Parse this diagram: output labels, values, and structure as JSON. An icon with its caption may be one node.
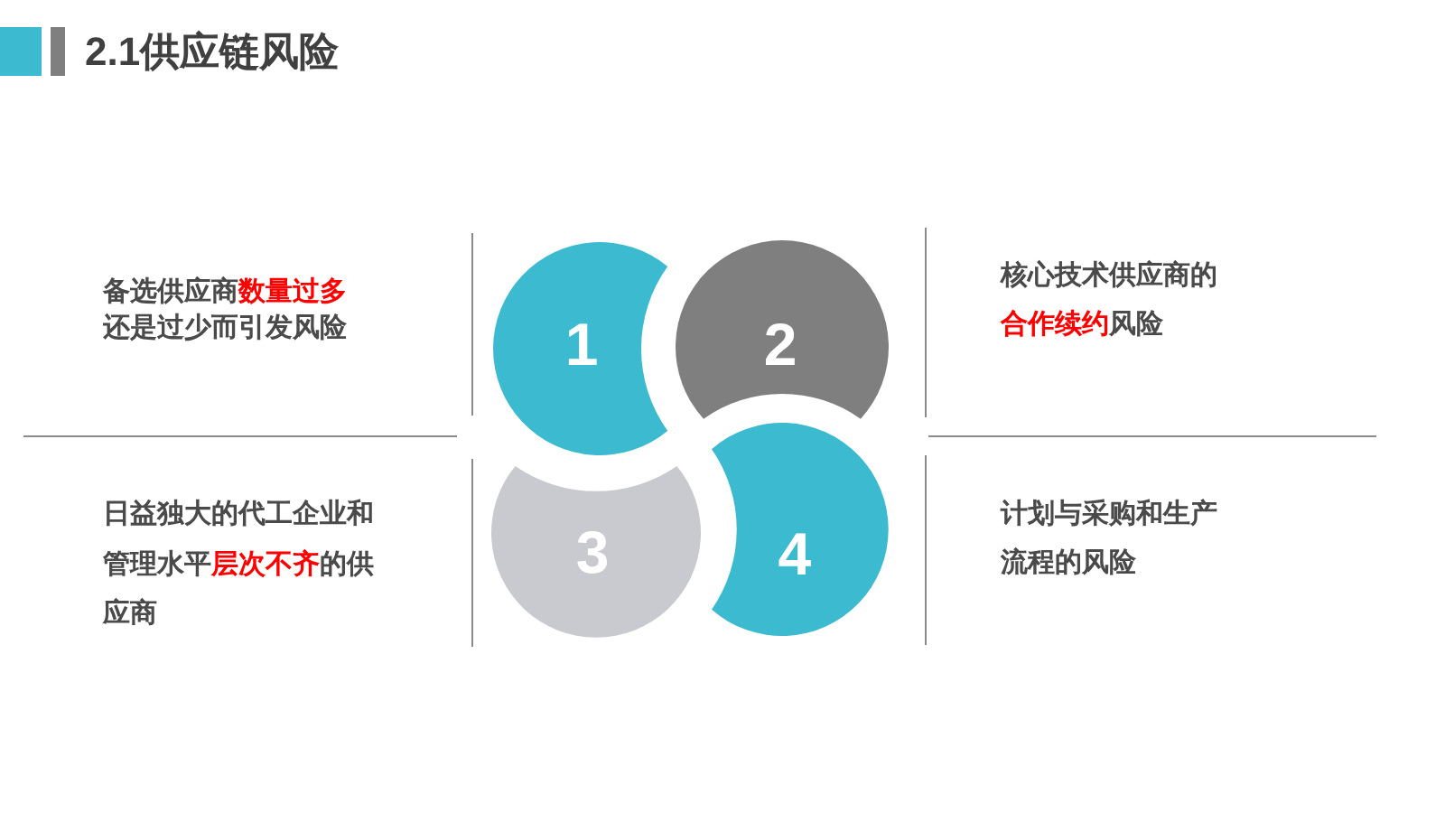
{
  "diagram": {
    "title": "2.1供应链风险",
    "nodes": [
      {
        "text": [
          "1"
        ]
      },
      {
        "text": [
          "2"
        ]
      },
      {
        "text": [
          "3"
        ]
      },
      {
        "text": [
          "4"
        ]
      }
    ],
    "labels": [
      "备选供应商**数量过多**还是过少而引发风险",
      "核心技术供应商的**合作续约**风险",
      "日益独大的代工企业和管理水平**层次不齐**的供应商",
      "计划与采购和生产流程的风险"
    ]
  }
}
